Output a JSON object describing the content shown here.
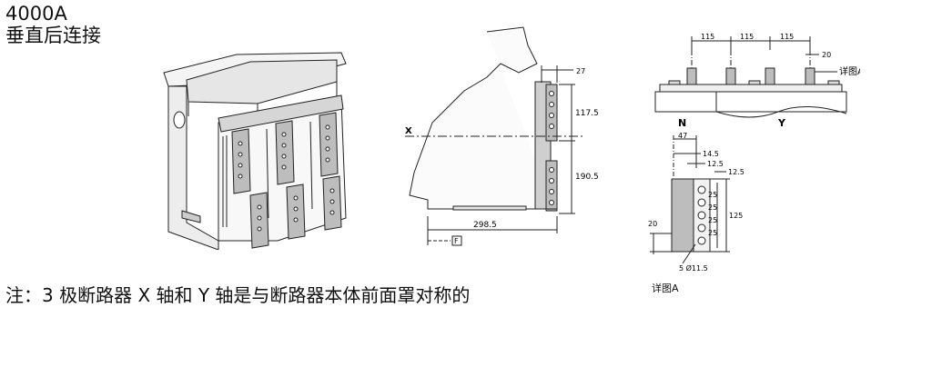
{
  "header": {
    "rating": "4000A",
    "connection": "垂直后连接"
  },
  "note": "注：3 极断路器 X 轴和 Y 轴是与断路器本体前面罩对称的",
  "side_view": {
    "axis_x": "X",
    "dim_top": "27",
    "dim_upper": "117.5",
    "dim_lower": "190.5",
    "dim_depth": "298.5",
    "datum": "F"
  },
  "top_view": {
    "pitch_1": "115",
    "pitch_2": "115",
    "pitch_3": "115",
    "pitch_4": "20",
    "detail_ref": "详图A",
    "label_n": "N",
    "label_y": "Y"
  },
  "detail_view": {
    "w_47": "47",
    "w_14_5": "14.5",
    "w_12_5a": "12.5",
    "w_12_5b": "12.5",
    "p1": "25",
    "p2": "25",
    "p3": "25",
    "p4": "25",
    "h_125": "125",
    "h_20": "20",
    "holes": "5 Ø11.5",
    "caption": "详图A"
  },
  "colors": {
    "line": "#222222",
    "fill_grey": "#bdbdbd",
    "fill_light": "#e6e6e6"
  }
}
